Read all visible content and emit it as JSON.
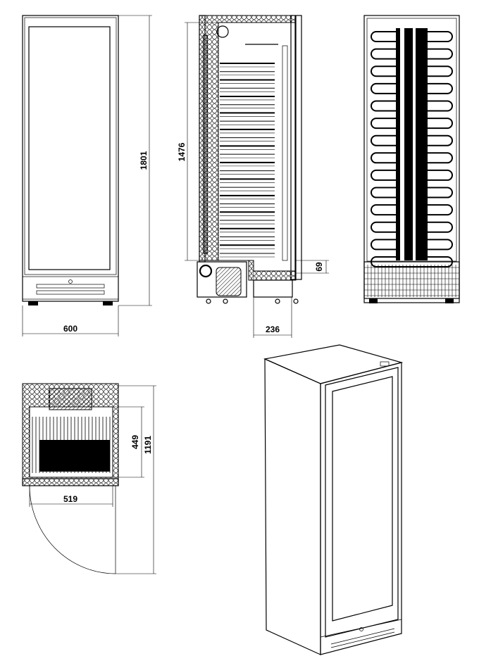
{
  "dimensions": {
    "front_width": "600",
    "front_height": "1801",
    "side_inner_height": "1476",
    "side_step_height": "69",
    "side_step_depth": "236",
    "top_inner_depth": "449",
    "top_door_open_depth": "1191",
    "top_inner_width": "519"
  },
  "side_view": {
    "shelf_count": 24
  },
  "back_view": {
    "coil_count": 14
  }
}
